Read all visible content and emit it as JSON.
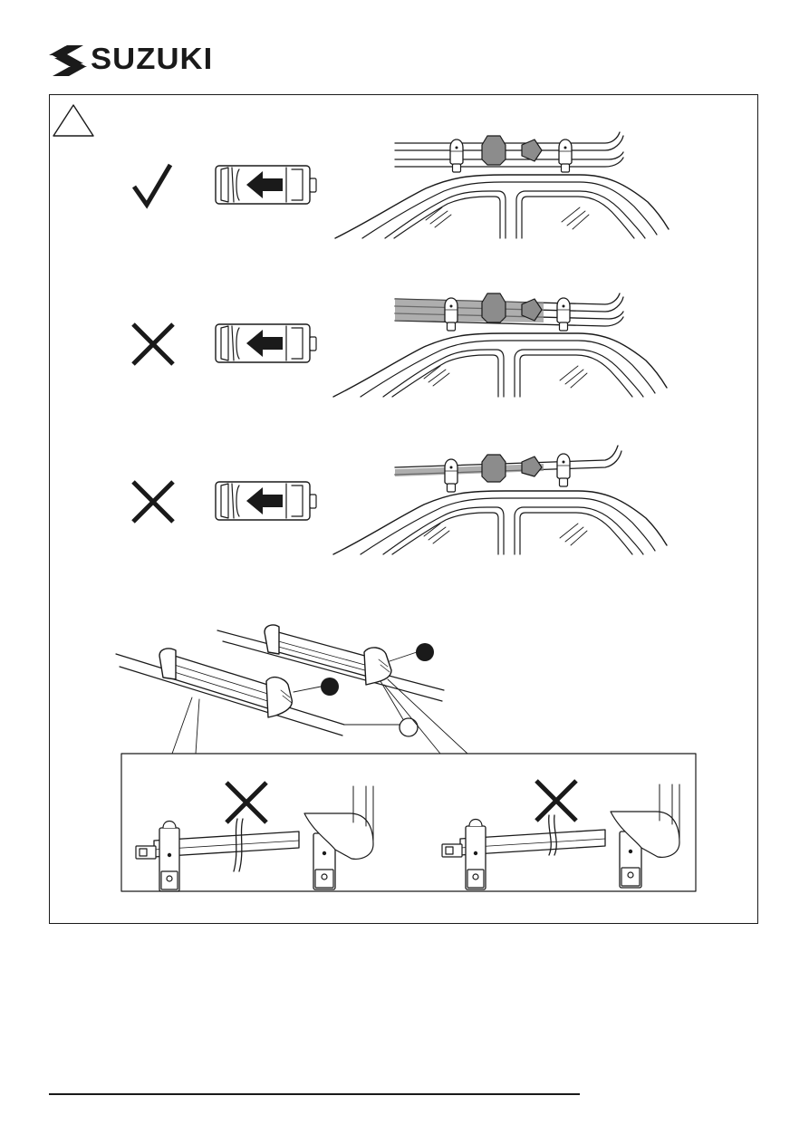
{
  "header": {
    "brand": "SUZUKI",
    "logo_icon": "suzuki-s-logo"
  },
  "warning_icon": "caution-triangle-icon",
  "rows": [
    {
      "verdict": "correct",
      "symbol": "check-mark-icon",
      "direction": "forward-arrow",
      "ski_tips": "front"
    },
    {
      "verdict": "wrong",
      "symbol": "cross-mark-icon",
      "direction": "forward-arrow",
      "ski_tips": "front"
    },
    {
      "verdict": "wrong",
      "symbol": "cross-mark-icon",
      "direction": "forward-arrow",
      "ski_tips": "front"
    }
  ],
  "detail": {
    "callouts": [
      "filled-marker",
      "filled-marker",
      "hollow-marker"
    ],
    "insets": [
      {
        "verdict": "wrong",
        "symbol": "cross-mark-icon"
      },
      {
        "verdict": "wrong",
        "symbol": "cross-mark-icon"
      }
    ]
  },
  "colors": {
    "ink": "#1a1a1a",
    "ski_fill": "#8c8c8c",
    "paper": "#ffffff"
  }
}
